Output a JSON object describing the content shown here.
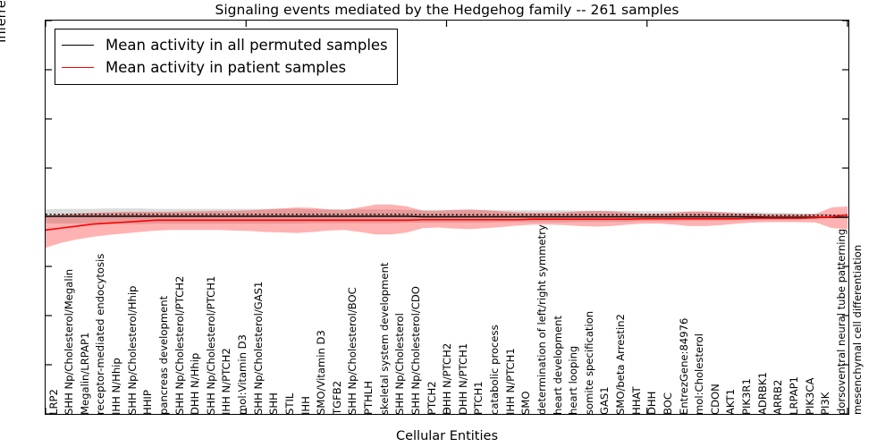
{
  "chart_data": {
    "type": "line",
    "title": "Signaling events mediated by the Hedgehog family -- 261 samples",
    "xlabel": "Cellular Entities",
    "ylabel": "Inferred Activity",
    "ylim": [
      -4,
      4
    ],
    "yticks": [
      -4,
      -3,
      -2,
      -1,
      0,
      1,
      2,
      3,
      4
    ],
    "grid": false,
    "legend": [
      "Mean activity in all permuted samples",
      "Mean activity in patient samples"
    ],
    "legend_position": "upper left",
    "sample_count": 261,
    "colors": {
      "permuted_line": "#000000",
      "permuted_band": "#d9d9d9",
      "patient_line": "#ff0000",
      "patient_band": "#ffaaaa"
    },
    "categories": [
      "LRP2",
      "SHH Np/Cholesterol/Megalin",
      "Megalin/LRPAP1",
      "receptor-mediated endocytosis",
      "IHH N/Hhip",
      "SHH Np/Cholesterol/Hhip",
      "HHIP",
      "pancreas development",
      "SHH Np/Cholesterol/PTCH2",
      "DHH N/Hhip",
      "SHH Np/Cholesterol/PTCH1",
      "IHH N/PTCH2",
      "mol:Vitamin D3",
      "SHH Np/Cholesterol/GAS1",
      "SHH",
      "STIL",
      "IHH",
      "SMO/Vitamin D3",
      "TGFB2",
      "SHH Np/Cholesterol/BOC",
      "PTHLH",
      "skeletal system development",
      "SHH Np/Cholesterol",
      "SHH Np/Cholesterol/CDO",
      "PTCH2",
      "DHH N/PTCH2",
      "DHH N/PTCH1",
      "PTCH1",
      "catabolic process",
      "IHH N/PTCH1",
      "SMO",
      "determination of left/right symmetry",
      "heart development",
      "heart looping",
      "somite specification",
      "GAS1",
      "SMO/beta Arrestin2",
      "HHAT",
      "DHH",
      "BOC",
      "EntrezGene:84976",
      "mol:Cholesterol",
      "CDON",
      "AKT1",
      "PIK3R1",
      "ADRBK1",
      "ARRB2",
      "LRPAP1",
      "PIK3CA",
      "PI3K",
      "dorsoventral neural tube patterning",
      "mesenchymal cell differentiation"
    ],
    "series": [
      {
        "name": "Mean activity in all permuted samples",
        "values": [
          0.02,
          0.02,
          0.02,
          0.02,
          0.02,
          0.02,
          0.02,
          0.02,
          0.02,
          0.02,
          0.02,
          0.02,
          0.02,
          0.02,
          0.02,
          0.02,
          0.02,
          0.02,
          0.02,
          0.02,
          0.02,
          0.02,
          0.02,
          0.02,
          0.01,
          0.01,
          0.01,
          0.01,
          0.01,
          0.01,
          0.01,
          0.01,
          0.01,
          0.01,
          0.01,
          0.01,
          0.01,
          0.01,
          0.01,
          0.01,
          0.01,
          0.01,
          0.01,
          0.01,
          0.01,
          0.01,
          0.0,
          0.0,
          0.0,
          0.0,
          0.0,
          0.0
        ],
        "band_upper": [
          0.16,
          0.17,
          0.17,
          0.17,
          0.18,
          0.18,
          0.18,
          0.17,
          0.17,
          0.17,
          0.17,
          0.17,
          0.17,
          0.17,
          0.17,
          0.17,
          0.17,
          0.16,
          0.16,
          0.16,
          0.16,
          0.16,
          0.16,
          0.15,
          0.15,
          0.15,
          0.15,
          0.15,
          0.15,
          0.14,
          0.14,
          0.14,
          0.14,
          0.14,
          0.13,
          0.13,
          0.13,
          0.13,
          0.12,
          0.12,
          0.12,
          0.11,
          0.11,
          0.11,
          0.1,
          0.1,
          0.09,
          0.09,
          0.08,
          0.07,
          0.06,
          0.05
        ],
        "band_lower": [
          -0.12,
          -0.13,
          -0.13,
          -0.13,
          -0.14,
          -0.14,
          -0.14,
          -0.13,
          -0.13,
          -0.13,
          -0.13,
          -0.13,
          -0.13,
          -0.13,
          -0.13,
          -0.13,
          -0.13,
          -0.12,
          -0.12,
          -0.12,
          -0.12,
          -0.12,
          -0.12,
          -0.11,
          -0.11,
          -0.11,
          -0.11,
          -0.11,
          -0.11,
          -0.1,
          -0.1,
          -0.1,
          -0.1,
          -0.1,
          -0.09,
          -0.09,
          -0.09,
          -0.09,
          -0.08,
          -0.08,
          -0.08,
          -0.07,
          -0.07,
          -0.07,
          -0.06,
          -0.06,
          -0.05,
          -0.05,
          -0.04,
          -0.03,
          -0.02,
          -0.02
        ]
      },
      {
        "name": "Mean activity in patient samples",
        "values": [
          -0.26,
          -0.22,
          -0.18,
          -0.14,
          -0.12,
          -0.1,
          -0.08,
          -0.06,
          -0.06,
          -0.06,
          -0.06,
          -0.06,
          -0.06,
          -0.06,
          -0.06,
          -0.06,
          -0.06,
          -0.06,
          -0.06,
          -0.06,
          -0.06,
          -0.06,
          -0.06,
          -0.06,
          -0.05,
          -0.05,
          -0.05,
          -0.05,
          -0.05,
          -0.05,
          -0.05,
          -0.04,
          -0.04,
          -0.04,
          -0.04,
          -0.04,
          -0.04,
          -0.04,
          -0.03,
          -0.03,
          -0.03,
          -0.03,
          -0.03,
          -0.03,
          -0.03,
          -0.02,
          -0.02,
          -0.02,
          -0.02,
          -0.01,
          0.01,
          0.05
        ],
        "band_upper": [
          0.03,
          0.06,
          0.08,
          0.09,
          0.1,
          0.11,
          0.11,
          0.11,
          0.11,
          0.12,
          0.12,
          0.13,
          0.13,
          0.14,
          0.16,
          0.18,
          0.2,
          0.19,
          0.16,
          0.15,
          0.2,
          0.26,
          0.26,
          0.22,
          0.13,
          0.13,
          0.15,
          0.16,
          0.14,
          0.12,
          0.1,
          0.09,
          0.09,
          0.1,
          0.12,
          0.13,
          0.12,
          0.09,
          0.07,
          0.07,
          0.09,
          0.12,
          0.12,
          0.1,
          0.08,
          0.07,
          0.06,
          0.06,
          0.06,
          0.07,
          0.2,
          0.22
        ],
        "band_lower": [
          -0.62,
          -0.52,
          -0.45,
          -0.4,
          -0.36,
          -0.33,
          -0.3,
          -0.27,
          -0.26,
          -0.26,
          -0.26,
          -0.26,
          -0.27,
          -0.28,
          -0.3,
          -0.31,
          -0.32,
          -0.3,
          -0.27,
          -0.26,
          -0.3,
          -0.35,
          -0.35,
          -0.31,
          -0.22,
          -0.21,
          -0.23,
          -0.24,
          -0.22,
          -0.2,
          -0.17,
          -0.15,
          -0.15,
          -0.16,
          -0.18,
          -0.19,
          -0.18,
          -0.15,
          -0.13,
          -0.13,
          -0.15,
          -0.18,
          -0.18,
          -0.16,
          -0.13,
          -0.11,
          -0.1,
          -0.1,
          -0.1,
          -0.11,
          -0.22,
          -0.24
        ]
      }
    ]
  }
}
